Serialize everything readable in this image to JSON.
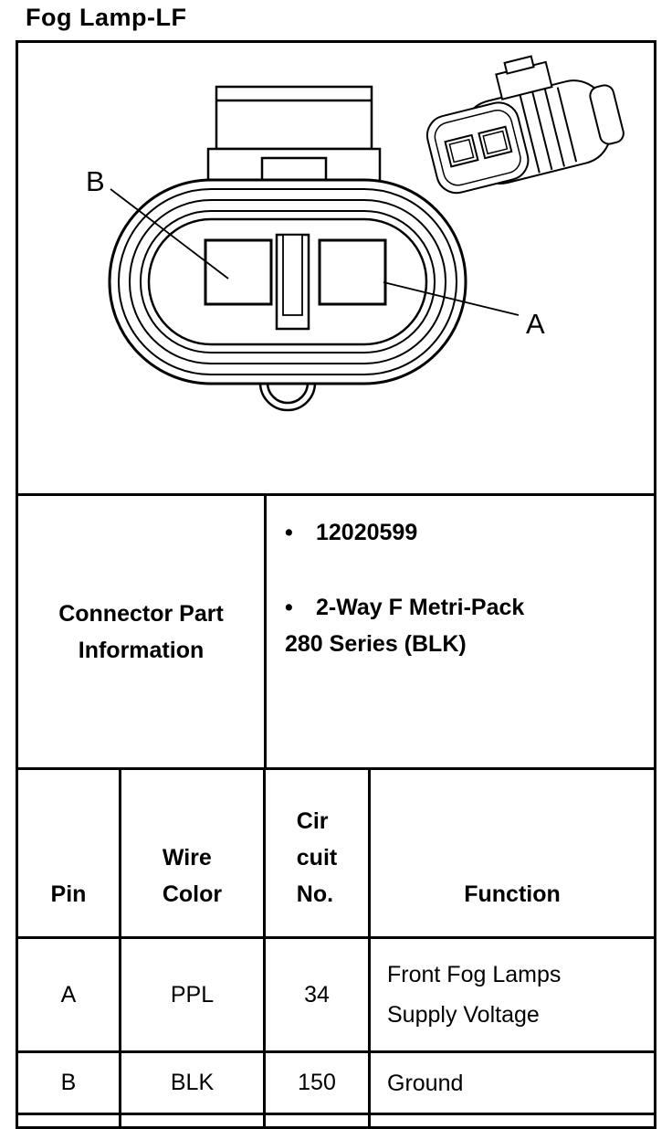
{
  "page": {
    "title": "Fog Lamp-LF"
  },
  "diagram": {
    "pin_label_a": "A",
    "pin_label_b": "B"
  },
  "part_info": {
    "heading_line1": "Connector Part",
    "heading_line2": "Information",
    "bullet": "•",
    "items": [
      {
        "text_line1": "12020599",
        "text_line2": ""
      },
      {
        "text_line1": "2-Way F Metri-Pack",
        "text_line2": "280 Series (BLK)"
      }
    ]
  },
  "pin_table": {
    "header": {
      "pin": "Pin",
      "wire_line1": "Wire",
      "wire_line2": "Color",
      "circuit_line1": "Cir",
      "circuit_line2": "cuit",
      "circuit_line3": "No.",
      "function": "Function"
    },
    "rows": [
      {
        "pin": "A",
        "wire_color": "PPL",
        "circuit_no": "34",
        "function_line1": "Front Fog Lamps",
        "function_line2": "Supply Voltage"
      },
      {
        "pin": "B",
        "wire_color": "BLK",
        "circuit_no": "150",
        "function_line1": "Ground",
        "function_line2": ""
      }
    ]
  },
  "colors": {
    "ink": "#000000",
    "paper": "#ffffff"
  }
}
